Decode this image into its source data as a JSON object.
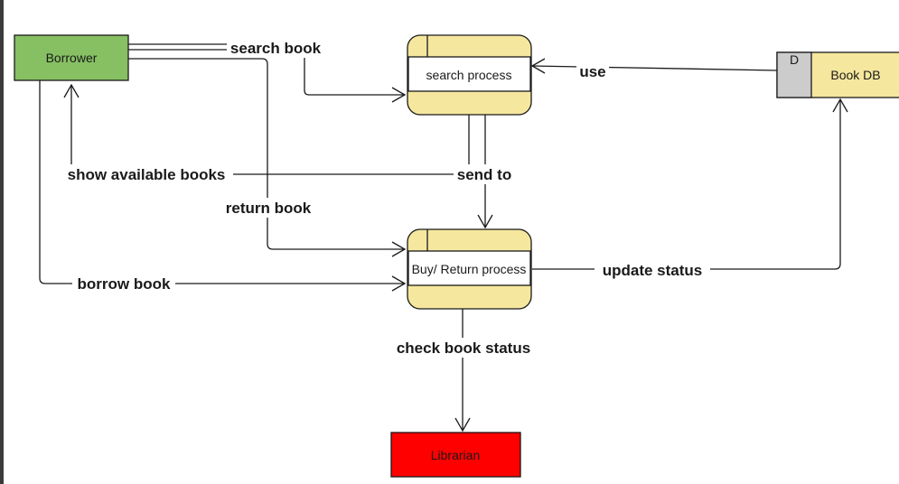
{
  "nodes": {
    "borrower": {
      "label": "Borrower",
      "fill": "#86c063"
    },
    "search_process": {
      "label": "search process",
      "fill": "#f5e79e"
    },
    "book_db": {
      "id_label": "D",
      "label": "Book DB",
      "fill": "#f5e79e",
      "id_fill": "#cccccc"
    },
    "buy_return_process": {
      "label": "Buy/ Return process",
      "fill": "#f5e79e"
    },
    "librarian": {
      "label": "Librarian",
      "fill": "#ff0000"
    }
  },
  "edges": {
    "search_book": "search book",
    "use": "use",
    "show_available_books": "show available books",
    "send_to": "send to",
    "return_book": "return book",
    "borrow_book": "borrow book",
    "update_status": "update status",
    "check_book_status": "check book status"
  }
}
